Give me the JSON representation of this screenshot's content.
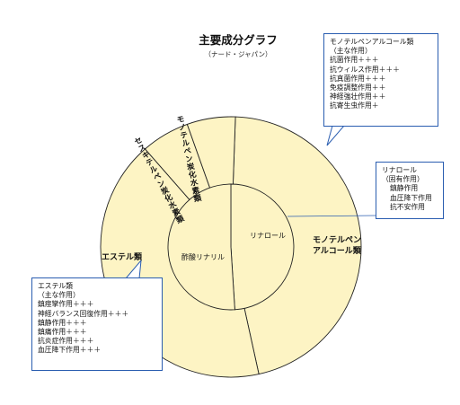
{
  "title": "主要成分グラフ",
  "subtitle": "（ナード・ジャパン）",
  "colors": {
    "fill": "#fdf4c4",
    "stroke": "#222222",
    "callout_border": "#2a5db0"
  },
  "chart_data": {
    "type": "pie",
    "title": "主要成分グラフ",
    "subtitle": "（ナード・ジャパン）",
    "rings": [
      {
        "ring": "inner",
        "segments": [
          {
            "label": "リナロール",
            "value": 49
          },
          {
            "label": "酢酸リナリル",
            "value": 51
          }
        ]
      },
      {
        "ring": "outer",
        "segments": [
          {
            "label": "モノテルペンアルコール類",
            "value": 46
          },
          {
            "label": "エステル類",
            "value": 42
          },
          {
            "label": "セスキテルペン炭化水素類",
            "value": 6
          },
          {
            "label": "モノテルペン炭化水素類",
            "value": 6
          }
        ]
      }
    ]
  },
  "labels": {
    "inner_linalool": "リナロール",
    "inner_acetate": "酢酸リナリル",
    "outer_monoterpene_alcohol": [
      "モノテルペン",
      "アルコール類"
    ],
    "outer_ester": "エステル類",
    "outer_sesqui": "セスキテルペン炭化水素類",
    "outer_monoterpene_hc": "モノテルペン炭化水素類"
  },
  "callouts": {
    "monoterpene_alcohol": [
      "モノテルペンアルコール類",
      "（主な作用）",
      "抗菌作用＋＋＋",
      "抗ウィルス作用＋＋＋",
      "抗真菌作用＋＋＋",
      "免疫調整作用＋＋",
      "神経強壮作用＋＋",
      "抗寄生虫作用＋"
    ],
    "linalool": {
      "lines": [
        "リナロール",
        "（固有作用）"
      ],
      "effects": [
        "鎮静作用",
        "血圧降下作用",
        "抗不安作用"
      ]
    },
    "ester": [
      "エステル類",
      "（主な作用）",
      "鎮痙攣作用＋＋＋",
      "神経バランス回復作用＋＋＋",
      "鎮静作用＋＋＋",
      "鎮痛作用＋＋＋",
      "抗炎症作用＋＋＋",
      "血圧降下作用＋＋＋"
    ]
  }
}
